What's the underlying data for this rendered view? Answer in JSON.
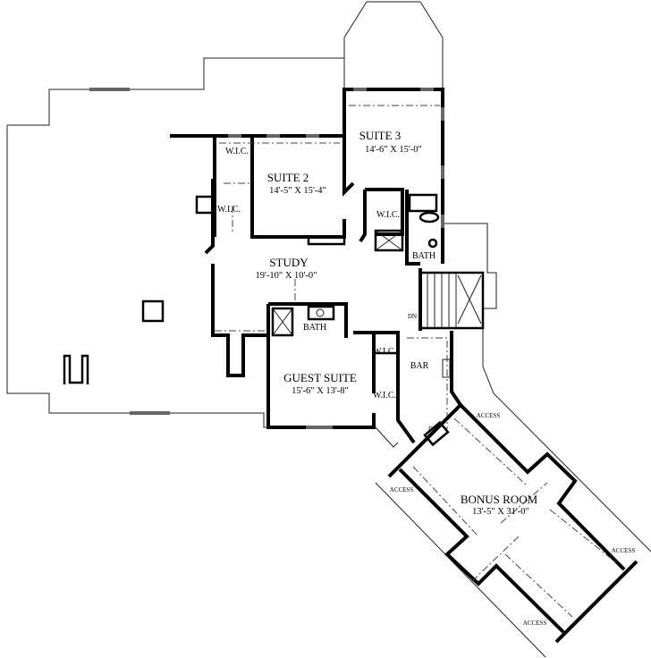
{
  "rooms": {
    "suite3": {
      "name": "SUITE 3",
      "size": "14'-6\" X 15'-0\""
    },
    "suite2": {
      "name": "SUITE 2",
      "size": "14'-5\" X 15'-4\""
    },
    "study": {
      "name": "STUDY",
      "size": "19'-10\" X 10'-0\""
    },
    "guest_suite": {
      "name": "GUEST SUITE",
      "size": "15'-6\" X 13'-8\""
    },
    "bonus_room": {
      "name": "BONUS ROOM",
      "size": "13'-5\" X 31'-0\""
    },
    "bar": {
      "name": "BAR"
    }
  },
  "labels": {
    "wic": "W.I.C.",
    "bath": "BATH",
    "dn": "DN",
    "access": "ACCESS"
  }
}
